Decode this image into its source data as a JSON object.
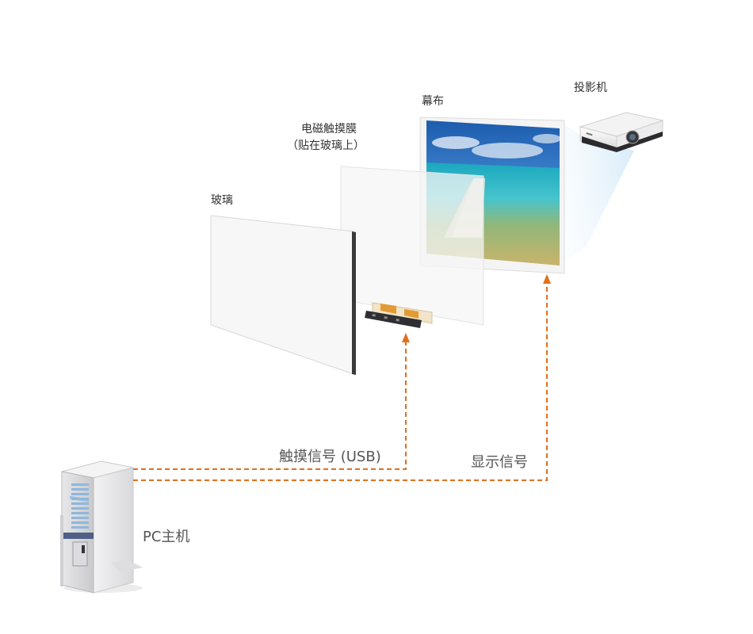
{
  "labels": {
    "glass": "玻璃",
    "film_line1": "电磁触摸膜",
    "film_line2": "（贴在玻璃上）",
    "screen": "幕布",
    "projector": "投影机",
    "touch_signal": "触摸信号 (USB)",
    "display_signal": "显示信号",
    "pc": "PC主机"
  },
  "colors": {
    "signal_line": "#e07020",
    "glass_edge": "#3a3a3a",
    "sky": "#2a6fc4",
    "sea": "#37b4c8",
    "reef": "#b4a45a"
  },
  "icons": {
    "projector": "projector-icon",
    "pc": "pc-tower-icon",
    "controller": "touch-controller-board-icon"
  }
}
